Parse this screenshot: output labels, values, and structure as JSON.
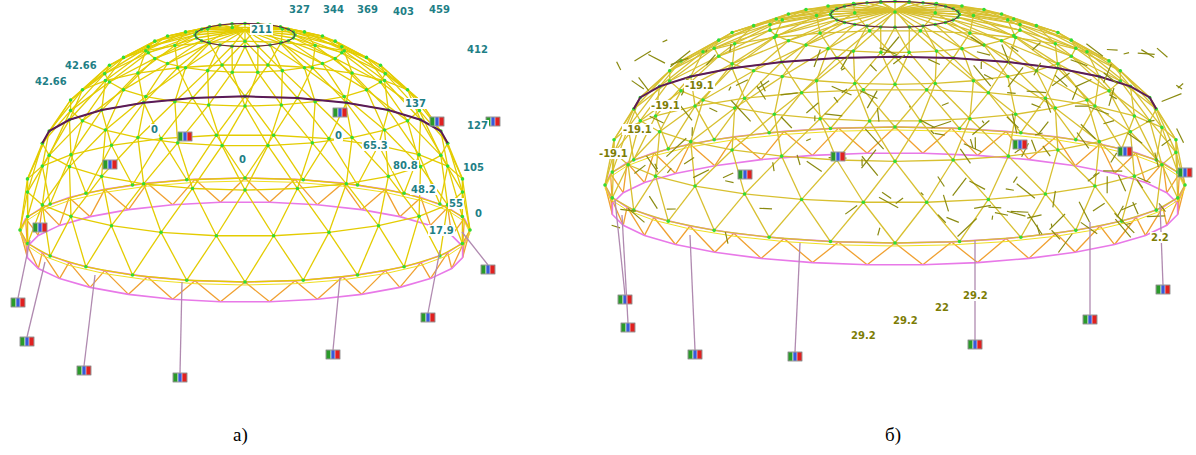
{
  "diagram": {
    "labels": [
      "327",
      "344",
      "369",
      "403",
      "459",
      "412",
      "211",
      "42.66",
      "42.66",
      "137",
      "80.8",
      "65.3",
      "48.2",
      "55",
      "105",
      "127",
      "17.9",
      "0",
      "0",
      "0",
      "0",
      "а)",
      "-19.1",
      "-19.1",
      "-19.1",
      "29.2",
      "29.2",
      "22",
      "29.2",
      "2.2",
      "-19.1",
      "б)"
    ]
  }
}
